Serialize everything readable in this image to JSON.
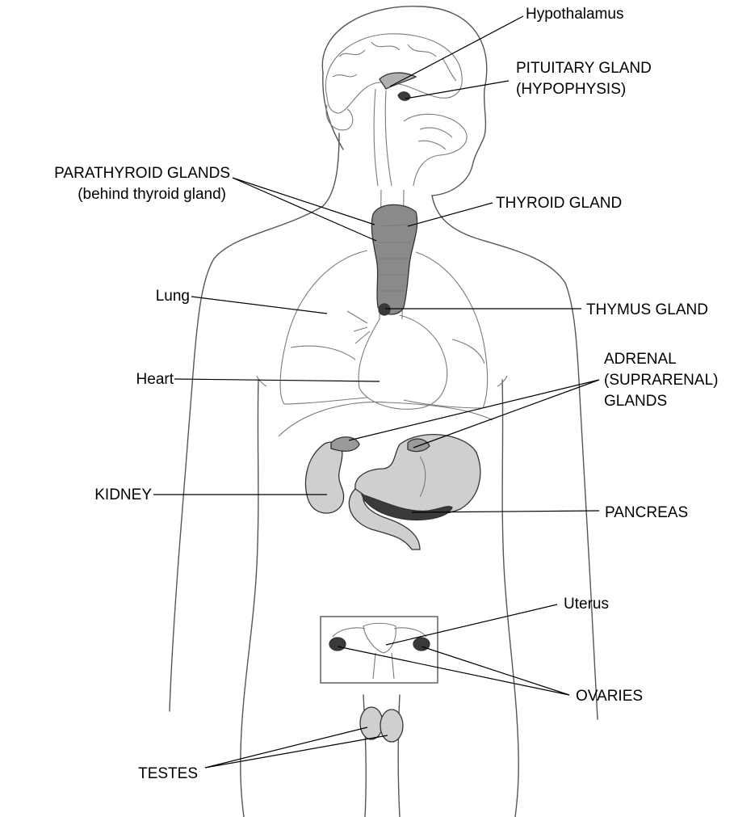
{
  "labels": {
    "hypothalamus": "Hypothalamus",
    "pituitary_line1": "PITUITARY GLAND",
    "pituitary_line2": "(HYPOPHYSIS)",
    "parathyroid_line1": "PARATHYROID GLANDS",
    "parathyroid_line2": "(behind thyroid gland)",
    "thyroid": "THYROID GLAND",
    "lung": "Lung",
    "thymus": "THYMUS GLAND",
    "adrenal_line1": "ADRENAL",
    "adrenal_line2": "(SUPRARENAL)",
    "adrenal_line3": "GLANDS",
    "heart": "Heart",
    "kidney": "KIDNEY",
    "pancreas": "PANCREAS",
    "uterus": "Uterus",
    "ovaries": "OVARIES",
    "testes": "TESTES"
  },
  "colors": {
    "ink": "#000000",
    "outline": "#555555",
    "gland_fill": "#8a8a8a",
    "organ_fill": "#cfcfcf",
    "dark_fill": "#3a3a3a"
  }
}
